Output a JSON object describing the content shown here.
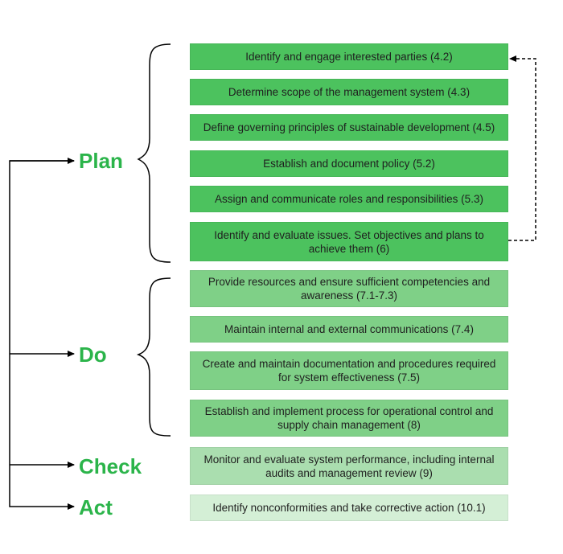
{
  "colors": {
    "phase_text": "#2bb44a",
    "plan_fill": "#4cc25e",
    "do_fill": "#7fd087",
    "check_fill": "#aadeaf",
    "act_fill": "#d4efd6",
    "lines": "#000000"
  },
  "phases": {
    "plan": "Plan",
    "do": "Do",
    "check": "Check",
    "act": "Act"
  },
  "plan_steps": [
    "Identify and engage interested parties (4.2)",
    "Determine scope of the management system (4.3)",
    "Define governing principles of sustainable development (4.5)",
    "Establish and document policy (5.2)",
    "Assign and communicate roles and responsibilities (5.3)",
    "Identify and evaluate issues. Set objectives and plans to achieve them (6)"
  ],
  "do_steps": [
    "Provide resources and ensure sufficient competencies and awareness (7.1-7.3)",
    "Maintain internal and external communications (7.4)",
    "Create and maintain documentation and procedures required for system effectiveness (7.5)",
    "Establish and implement process for operational control and supply chain management (8)"
  ],
  "check_steps": [
    "Monitor and evaluate system performance, including internal audits and management review (9)"
  ],
  "act_steps": [
    "Identify nonconformities and take corrective action (10.1)"
  ],
  "connectors": {
    "feedback_loop": "dashed arrow from last Plan step back to first Plan step",
    "cycle_line": "solid line linking Act back to Plan, Do, Check"
  }
}
